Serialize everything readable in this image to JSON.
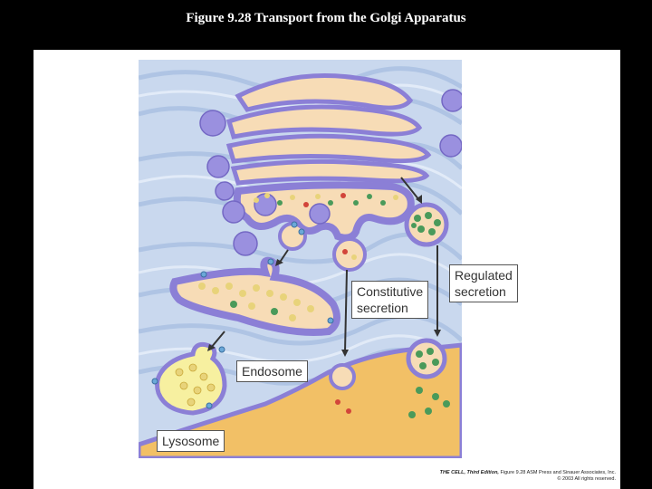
{
  "slide_title": "Figure 9.28  Transport from the Golgi Apparatus",
  "labels": {
    "regulated": [
      "Regulated",
      "secretion"
    ],
    "constitutive": [
      "Constitutive",
      "secretion"
    ],
    "endosome": "Endosome",
    "lysosome": "Lysosome"
  },
  "credit": {
    "book": "THE CELL, Third Edition,",
    "figure": "Figure 9.28",
    "publisher": "ASM Press and Sinauer Associates, Inc.",
    "rights": "© 2003 All rights reserved."
  },
  "colors": {
    "background_top": "#c9d8ee",
    "cytoplasm_wave": "#a9c0e2",
    "golgi_lumen": "#f7dcb6",
    "membrane_purple": "#8b7fd6",
    "extracellular": "#f2c066",
    "cargo_yellow": "#e8d37a",
    "cargo_green": "#4a9a5a",
    "cargo_red": "#d2453a",
    "receptor_blue": "#6ba8d8"
  }
}
